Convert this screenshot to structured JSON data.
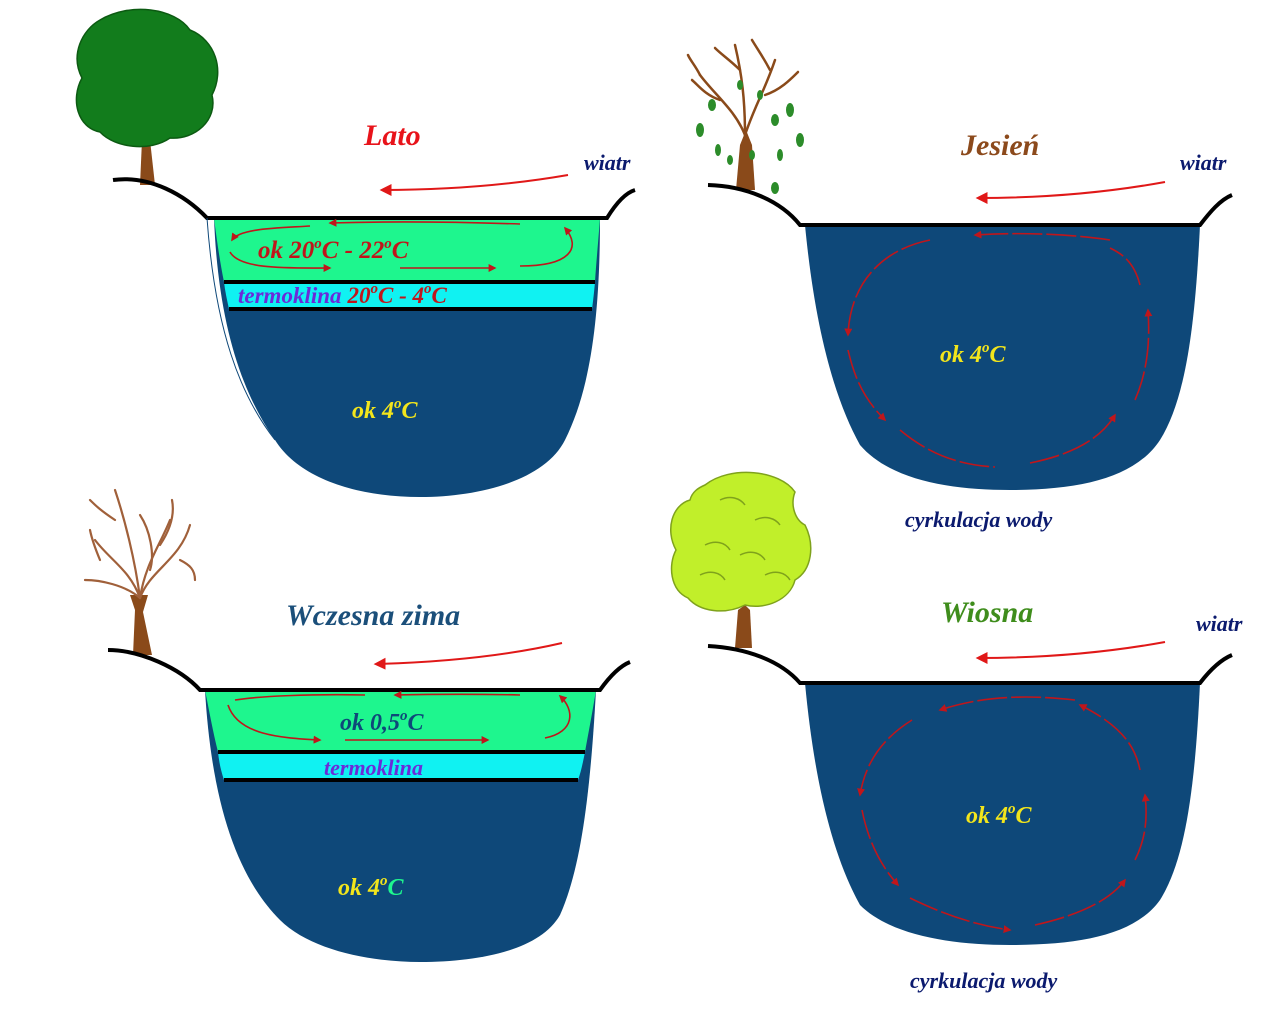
{
  "colors": {
    "deep_water": "#0e4879",
    "warm_layer": "#1ef68e",
    "thermocline": "#10f2f2",
    "arrow": "#e01818",
    "tree_trunk": "#8a4a1a",
    "summer_foliage": "#127c1c",
    "spring_foliage": "#c1ef2a",
    "wind_text": "#0b1a6e"
  },
  "panels": {
    "summer": {
      "title": "Lato",
      "title_color": "#e8131a",
      "wind": "wiatr",
      "surface_temp_prefix": "ok 20",
      "surface_temp_sup1": "o",
      "surface_temp_mid": "C - 22",
      "surface_temp_sup2": "o",
      "surface_temp_suffix": "C",
      "thermocline_word": "termoklina",
      "thermocline_range_prefix": "20",
      "thermocline_range_sup1": "o",
      "thermocline_range_mid": "C - 4",
      "thermocline_range_sup2": "o",
      "thermocline_range_suffix": "C",
      "deep_temp_prefix": "ok 4",
      "deep_temp_sup": "o",
      "deep_temp_suffix": "C",
      "tree_icon": "summer-tree-icon"
    },
    "autumn": {
      "title": "Jesień",
      "title_color": "#8c4a1c",
      "wind": "wiatr",
      "temp_prefix": "ok 4",
      "temp_sup": "o",
      "temp_suffix": "C",
      "circulation": "cyrkulacja wody",
      "tree_icon": "autumn-tree-icon"
    },
    "winter": {
      "title": "Wczesna zima",
      "title_color": "#1b4f7a",
      "surface_temp_prefix": "ok 0,5",
      "surface_temp_sup": "o",
      "surface_temp_suffix": "C",
      "thermocline_word": "termoklina",
      "deep_temp_prefix": "ok 4",
      "deep_temp_sup": "o",
      "deep_temp_suffix": "C",
      "tree_icon": "bare-tree-icon"
    },
    "spring": {
      "title": "Wiosna",
      "title_color": "#3f8d1c",
      "wind": "wiatr",
      "temp_prefix": "ok 4",
      "temp_sup": "o",
      "temp_suffix": "C",
      "circulation": "cyrkulacja wody",
      "tree_icon": "spring-tree-icon"
    }
  }
}
